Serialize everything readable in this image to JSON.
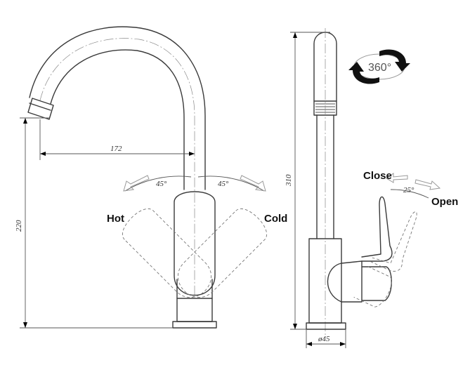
{
  "dimensions": {
    "spout_reach": "172",
    "height_outlet": "220",
    "height_total": "310",
    "base_diameter": "ø45"
  },
  "angles": {
    "hot_angle": "45°",
    "cold_angle": "45°",
    "open_angle": "25°",
    "rotation": "360°"
  },
  "labels": {
    "hot": "Hot",
    "cold": "Cold",
    "close": "Close",
    "open": "Open"
  }
}
